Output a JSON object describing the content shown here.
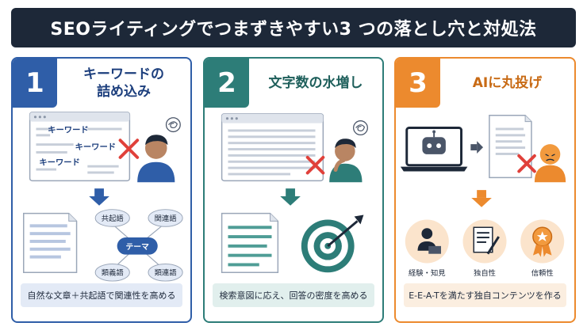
{
  "title": "SEOライティングでつまずきやすい3 つの落とし穴と対処法",
  "panels": [
    {
      "number": "1",
      "title": "キーワードの\n詰め込み",
      "keyword_labels": [
        "キーワード",
        "キーワード",
        "キーワード"
      ],
      "mindmap": {
        "center": "テーマ",
        "nodes": [
          "共起語",
          "関連語",
          "類義語",
          "類連語"
        ]
      },
      "caption": "自然な文章＋共起語で関連性を高める"
    },
    {
      "number": "2",
      "title": "文字数の水増し",
      "caption": "検索意図に応え、回答の密度を高める"
    },
    {
      "number": "3",
      "title": "AIに丸投げ",
      "icons": [
        {
          "label": "経験・知見",
          "icon": "person-laptop-icon"
        },
        {
          "label": "独自性",
          "icon": "document-pen-icon"
        },
        {
          "label": "信頼性",
          "icon": "award-badge-icon"
        }
      ],
      "caption": "E-E-A-Tを満たす独自コンテンツを作る"
    }
  ],
  "colors": {
    "title_bg": "#1d2838",
    "blue": "#2f5ea8",
    "teal": "#2d7d78",
    "orange": "#ec8a2e",
    "red_x": "#e0403a"
  }
}
